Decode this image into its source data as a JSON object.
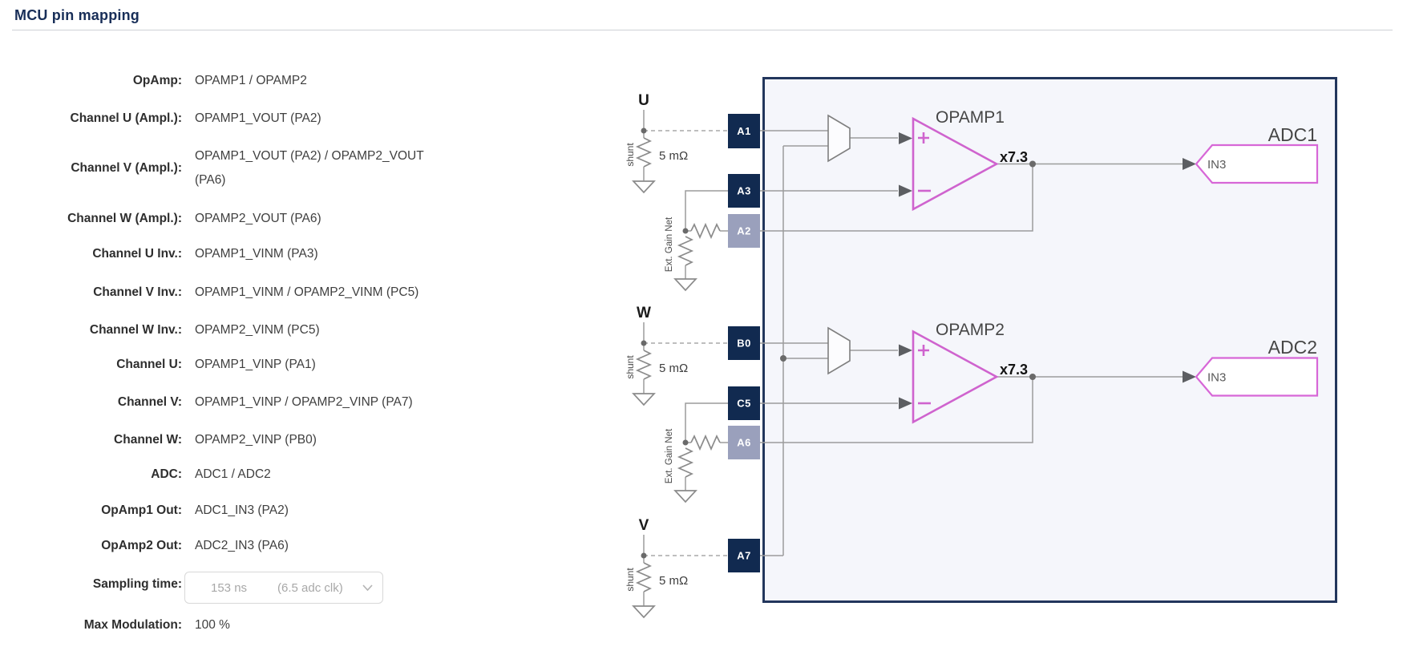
{
  "title": "MCU pin mapping",
  "fields": [
    {
      "label": "OpAmp:",
      "value": "OPAMP1 / OPAMP2"
    },
    {
      "label": "Channel U (Ampl.):",
      "value": "OPAMP1_VOUT (PA2)"
    },
    {
      "label": "Channel V (Ampl.):",
      "value": "OPAMP1_VOUT (PA2) / OPAMP2_VOUT (PA6)"
    },
    {
      "label": "Channel W (Ampl.):",
      "value": "OPAMP2_VOUT (PA6)"
    },
    {
      "label": "Channel U Inv.:",
      "value": "OPAMP1_VINM (PA3)"
    },
    {
      "label": "Channel V Inv.:",
      "value": "OPAMP1_VINM / OPAMP2_VINM (PC5)"
    },
    {
      "label": "Channel W Inv.:",
      "value": "OPAMP2_VINM (PC5)"
    },
    {
      "label": "Channel U:",
      "value": "OPAMP1_VINP (PA1)"
    },
    {
      "label": "Channel V:",
      "value": "OPAMP1_VINP / OPAMP2_VINP (PA7)"
    },
    {
      "label": "Channel W:",
      "value": "OPAMP2_VINP (PB0)"
    },
    {
      "label": "ADC:",
      "value": "ADC1 / ADC2"
    },
    {
      "label": "OpAmp1 Out:",
      "value": "ADC1_IN3 (PA2)"
    },
    {
      "label": "OpAmp2 Out:",
      "value": "ADC2_IN3 (PA6)"
    }
  ],
  "sampling": {
    "label": "Sampling time:",
    "time": "153 ns",
    "clk": "(6.5 adc clk)"
  },
  "max_modulation": {
    "label": "Max Modulation:",
    "value": "100 %"
  },
  "diagram": {
    "phases": [
      {
        "name": "U",
        "shunt": "shunt",
        "resistance": "5 mΩ"
      },
      {
        "name": "W",
        "shunt": "shunt",
        "resistance": "5 mΩ"
      },
      {
        "name": "V",
        "shunt": "shunt",
        "resistance": "5 mΩ"
      }
    ],
    "gain_net_label": "Ext. Gain Net",
    "pins": {
      "a1": "A1",
      "a3": "A3",
      "a2": "A2",
      "b0": "B0",
      "c5": "C5",
      "a6": "A6",
      "a7": "A7"
    },
    "opamp1": {
      "name": "OPAMP1",
      "gain": "x7.3"
    },
    "opamp2": {
      "name": "OPAMP2",
      "gain": "x7.3"
    },
    "adc1": {
      "name": "ADC1",
      "input": "IN3"
    },
    "adc2": {
      "name": "ADC2",
      "input": "IN3"
    },
    "colors": {
      "title_navy": "#182e58",
      "mcu_border": "#22365c",
      "mcu_fill": "#f5f6fb",
      "pin_dark": "#112a50",
      "pin_light": "#9aa0bc",
      "opamp_magenta": "#cf63ce",
      "wire_gray": "#9c9c9c"
    }
  }
}
